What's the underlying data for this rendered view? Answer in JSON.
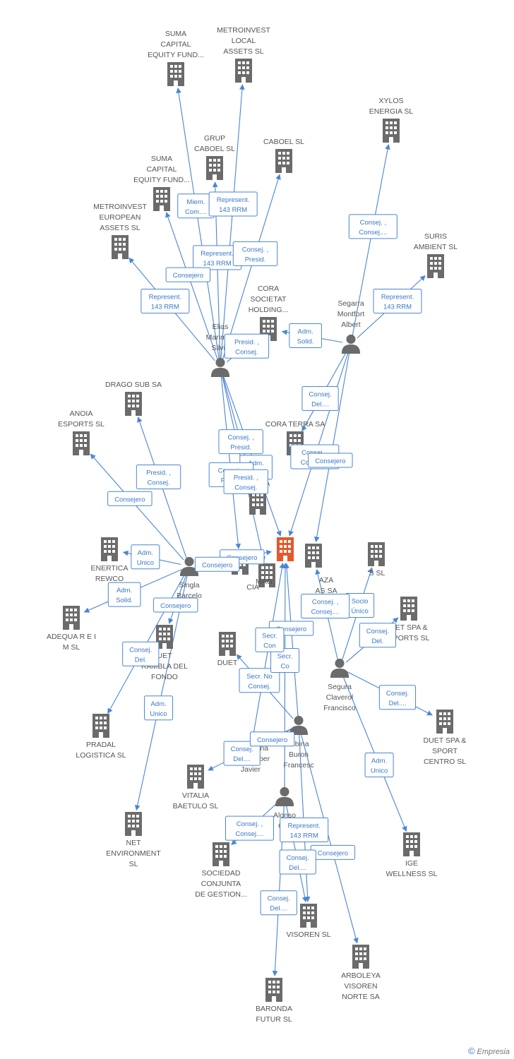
{
  "colors": {
    "edge": "#4a86d4",
    "building": "#6b6b6b",
    "person": "#6b6b6b",
    "focus": "#e8572a"
  },
  "nodes": [
    {
      "id": "suma1",
      "type": "company",
      "label": [
        "SUMA",
        "CAPITAL",
        "EQUITY FUND..."
      ]
    },
    {
      "id": "metro_local",
      "type": "company",
      "label": [
        "METROINVEST",
        "LOCAL",
        "ASSETS SL"
      ]
    },
    {
      "id": "xylos",
      "type": "company",
      "label": [
        "XYLOS",
        "ENERGIA SL"
      ]
    },
    {
      "id": "grup_caboel",
      "type": "company",
      "label": [
        "GRUP",
        "CABOEL SL"
      ]
    },
    {
      "id": "caboel",
      "type": "company",
      "label": [
        "CABOEL SL"
      ]
    },
    {
      "id": "suma2",
      "type": "company",
      "label": [
        "SUMA",
        "CAPITAL",
        "EQUITY FUND..."
      ]
    },
    {
      "id": "metro_eu",
      "type": "company",
      "label": [
        "METROINVEST",
        "EUROPEAN",
        "ASSETS SL"
      ]
    },
    {
      "id": "suris",
      "type": "company",
      "label": [
        "SURIS",
        "AMBIENT SL"
      ]
    },
    {
      "id": "cora_holding",
      "type": "company",
      "label": [
        "CORA",
        "SOCIETAT",
        "HOLDING..."
      ]
    },
    {
      "id": "elias",
      "type": "person",
      "label": [
        "Elias",
        "Marimon",
        "Silvio"
      ]
    },
    {
      "id": "segarra",
      "type": "person",
      "label": [
        "Segarra",
        "Montfort",
        "Albert"
      ]
    },
    {
      "id": "drago",
      "type": "company",
      "label": [
        "DRAGO SUB SA"
      ]
    },
    {
      "id": "anoia",
      "type": "company",
      "label": [
        "ANOIA",
        "ESPORTS SL"
      ]
    },
    {
      "id": "cora_terra",
      "type": "company",
      "label": [
        "CORA TERRA SA"
      ]
    },
    {
      "id": "ubi",
      "type": "company",
      "label": [
        "UBI SA"
      ]
    },
    {
      "id": "focus",
      "type": "focus",
      "label": []
    },
    {
      "id": "plaza",
      "type": "company",
      "label": [
        "AZA",
        "AS SA"
      ]
    },
    {
      "id": "sports_r",
      "type": "company",
      "label": [
        "'S SL"
      ]
    },
    {
      "id": "enertica",
      "type": "company",
      "label": [
        "ENERTICA",
        "REWCO"
      ]
    },
    {
      "id": "singla",
      "type": "person",
      "label": [
        "Singla",
        "Barcelo",
        "e"
      ]
    },
    {
      "id": "cia",
      "type": "company",
      "label": [
        "CIA"
      ]
    },
    {
      "id": "mag",
      "type": "company",
      "label": [
        "MAG"
      ]
    },
    {
      "id": "duet_spa",
      "type": "company",
      "label": [
        "UET SPA &",
        "SPORTS SL"
      ]
    },
    {
      "id": "adequa",
      "type": "company",
      "label": [
        "ADEQUA R E I",
        "M SL"
      ]
    },
    {
      "id": "rambla",
      "type": "company",
      "label": [
        "UET",
        "RAMBLA DEL",
        "FONDO"
      ]
    },
    {
      "id": "duet_x",
      "type": "company",
      "label": [
        "DUET"
      ]
    },
    {
      "id": "segura",
      "type": "person",
      "label": [
        "Segura",
        "Claverol",
        "Francisco"
      ]
    },
    {
      "id": "duet_centro",
      "type": "company",
      "label": [
        "DUET SPA &",
        "SPORT",
        "CENTRO SL"
      ]
    },
    {
      "id": "pradal",
      "type": "company",
      "label": [
        "PRADAL",
        "LOGISTICA SL"
      ]
    },
    {
      "id": "sibina",
      "type": "person",
      "label": [
        "Sibina",
        "Buron",
        "Francesc"
      ]
    },
    {
      "id": "echevarria",
      "type": "person",
      "label": [
        "Echevarria",
        "Perez Alber",
        "Javier"
      ]
    },
    {
      "id": "vitalia",
      "type": "company",
      "label": [
        "VITALIA",
        "BAETULO SL"
      ]
    },
    {
      "id": "alonso",
      "type": "person",
      "label": [
        "Alonso",
        "Coll"
      ]
    },
    {
      "id": "net",
      "type": "company",
      "label": [
        "NET",
        "ENVIRONMENT",
        "SL"
      ]
    },
    {
      "id": "ige",
      "type": "company",
      "label": [
        "IGE",
        "WELLNESS SL"
      ]
    },
    {
      "id": "sociedad",
      "type": "company",
      "label": [
        "SOCIEDAD",
        "CONJUNTA",
        "DE GESTION..."
      ]
    },
    {
      "id": "visoren",
      "type": "company",
      "label": [
        "VISOREN SL"
      ]
    },
    {
      "id": "arboleya",
      "type": "company",
      "label": [
        "ARBOLEYA",
        "VISOREN",
        "NORTE SA"
      ]
    },
    {
      "id": "baronda",
      "type": "company",
      "label": [
        "BARONDA",
        "FUTUR SL"
      ]
    }
  ],
  "edges": [
    {
      "from": "elias",
      "to": "suma1",
      "label": [
        "Miem.",
        "Com...."
      ]
    },
    {
      "from": "elias",
      "to": "metro_local",
      "label": [
        "Represent.",
        "143 RRM"
      ]
    },
    {
      "from": "elias",
      "to": "grup_caboel",
      "label": [
        "Represent.",
        "143 RRM"
      ]
    },
    {
      "from": "elias",
      "to": "caboel",
      "label": [
        "Consej. ,",
        "Presid."
      ]
    },
    {
      "from": "elias",
      "to": "suma2",
      "label": [
        "Consejero"
      ]
    },
    {
      "from": "elias",
      "to": "metro_eu",
      "label": [
        "Represent.",
        "143 RRM"
      ]
    },
    {
      "from": "segarra",
      "to": "xylos",
      "label": [
        "Consej. ,",
        "Consej...."
      ]
    },
    {
      "from": "segarra",
      "to": "suris",
      "label": [
        "Represent.",
        "143 RRM"
      ]
    },
    {
      "from": "segarra",
      "to": "cora_holding",
      "label": [
        "Adm.",
        "Solid."
      ]
    },
    {
      "from": "segarra",
      "to": "cora_terra",
      "label": [
        "Consej.",
        "Del...."
      ]
    },
    {
      "from": "segarra",
      "to": "focus",
      "label": [
        "Consej. ,",
        "Consej...."
      ]
    },
    {
      "from": "segarra",
      "to": "plaza",
      "label": [
        "Consejero"
      ]
    },
    {
      "from": "elias",
      "to": "cora_holding",
      "label": [
        "Presid. ,",
        "Consej."
      ]
    },
    {
      "from": "elias",
      "to": "ubi",
      "label": [
        "Consej. ,",
        "Presid."
      ]
    },
    {
      "from": "elias",
      "to": "focus",
      "label": [
        "Adm.",
        "Solid."
      ]
    },
    {
      "from": "elias",
      "to": "cia",
      "label": [
        "Consej. ,",
        "Presid."
      ]
    },
    {
      "from": "elias",
      "to": "mag",
      "label": [
        "Presid. ,",
        "Consej."
      ]
    },
    {
      "from": "singla",
      "to": "drago",
      "label": [
        "Presid. ,",
        "Consej."
      ]
    },
    {
      "from": "singla",
      "to": "anoia",
      "label": [
        "Consejero"
      ]
    },
    {
      "from": "singla",
      "to": "enertica",
      "label": [
        "Adm.",
        "Unico"
      ]
    },
    {
      "from": "singla",
      "to": "adequa",
      "label": [
        "Adm.",
        "Solid."
      ]
    },
    {
      "from": "singla",
      "to": "pradal",
      "label": [
        "Consej.",
        "Del."
      ]
    },
    {
      "from": "singla",
      "to": "net",
      "label": [
        "Adm.",
        "Unico"
      ]
    },
    {
      "from": "singla",
      "to": "rambla",
      "label": [
        "Consejero"
      ]
    },
    {
      "from": "singla",
      "to": "focus",
      "label": [
        "Consejero"
      ]
    },
    {
      "from": "singla",
      "to": "cia",
      "label": [
        "Consejero"
      ]
    },
    {
      "from": "segura",
      "to": "duet_centro",
      "label": [
        "Consej.",
        "Del...."
      ]
    },
    {
      "from": "segura",
      "to": "ige",
      "label": [
        "Adm.",
        "Unico"
      ]
    },
    {
      "from": "segura",
      "to": "duet_spa",
      "label": [
        "Consej.",
        "Del."
      ]
    },
    {
      "from": "segura",
      "to": "sports_r",
      "label": [
        "Socio",
        "Único"
      ]
    },
    {
      "from": "segura",
      "to": "plaza",
      "label": [
        "Consej. ,",
        "Consej...."
      ]
    },
    {
      "from": "sibina",
      "to": "duet_x",
      "label": [
        "Secr. No",
        "Consej."
      ]
    },
    {
      "from": "sibina",
      "to": "vitalia",
      "label": [
        "Consej.",
        "Del...."
      ]
    },
    {
      "from": "sibina",
      "to": "echevarria",
      "label": [
        "Consejero"
      ]
    },
    {
      "from": "sibina",
      "to": "focus",
      "label": [
        "Consejero"
      ]
    },
    {
      "from": "sibina",
      "to": "visoren",
      "label": [
        "Represent.",
        "143 RRM"
      ]
    },
    {
      "from": "sibina",
      "to": "arboleya",
      "label": [
        "Consejero"
      ]
    },
    {
      "from": "alonso",
      "to": "sociedad",
      "label": [
        "Consej. ,",
        "Consej...."
      ]
    },
    {
      "from": "alonso",
      "to": "baronda",
      "label": [
        "Consej.",
        "Del...."
      ]
    },
    {
      "from": "alonso",
      "to": "visoren",
      "label": [
        "Consej.",
        "Del...."
      ]
    },
    {
      "from": "alonso",
      "to": "focus",
      "label": [
        "Secr.",
        "Co"
      ]
    },
    {
      "from": "echevarria",
      "to": "focus",
      "label": [
        "Secr.",
        "Con"
      ]
    }
  ],
  "credit": {
    "copyright": "©",
    "brand": "Empresia"
  }
}
